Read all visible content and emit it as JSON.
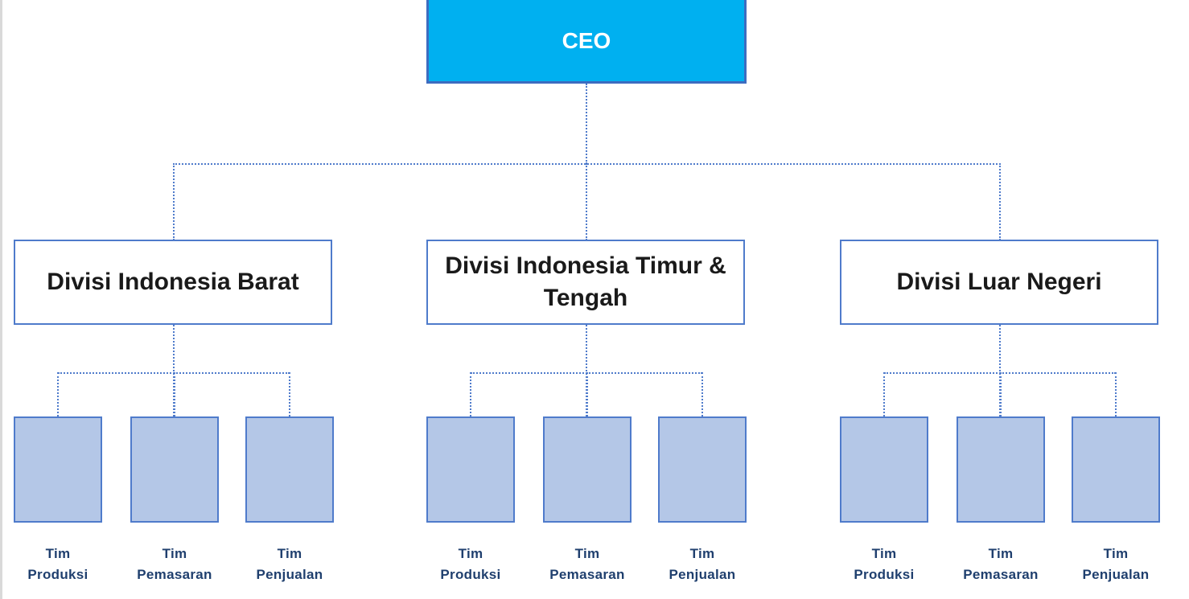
{
  "colors": {
    "ceo_fill": "#00b0f0",
    "team_fill": "#b4c7e7",
    "connector": "#4f7bcb",
    "label_text": "#1f3f6e"
  },
  "chart": {
    "ceo": {
      "label": "CEO"
    },
    "divisions": [
      {
        "label": "Divisi Indonesia Barat",
        "teams": [
          {
            "line1": "Tim",
            "line2": "Produksi"
          },
          {
            "line1": "Tim",
            "line2": "Pemasaran"
          },
          {
            "line1": "Tim",
            "line2": "Penjualan"
          }
        ]
      },
      {
        "label": "Divisi Indonesia Timur & Tengah",
        "teams": [
          {
            "line1": "Tim",
            "line2": "Produksi"
          },
          {
            "line1": "Tim",
            "line2": "Pemasaran"
          },
          {
            "line1": "Tim",
            "line2": "Penjualan"
          }
        ]
      },
      {
        "label": "Divisi Luar Negeri",
        "teams": [
          {
            "line1": "Tim",
            "line2": "Produksi"
          },
          {
            "line1": "Tim",
            "line2": "Pemasaran"
          },
          {
            "line1": "Tim",
            "line2": "Penjualan"
          }
        ]
      }
    ]
  }
}
